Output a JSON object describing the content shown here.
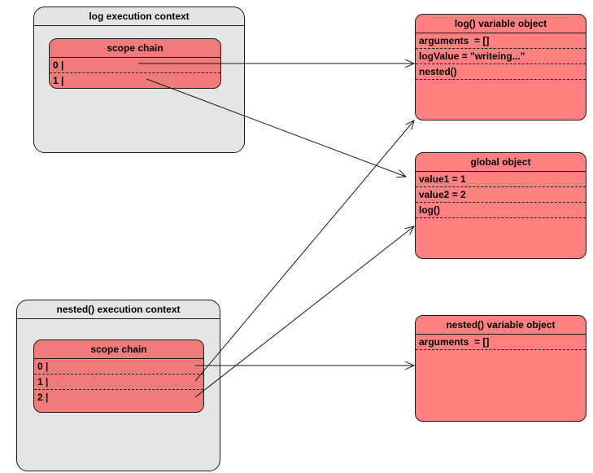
{
  "log_context": {
    "title": "log execution context",
    "scope_chain_title": "scope chain",
    "slots": [
      "0 |",
      "1 |"
    ]
  },
  "nested_context": {
    "title": "nested() execution context",
    "scope_chain_title": "scope chain",
    "slots": [
      "0 |",
      "1 |",
      "2 |"
    ]
  },
  "log_variable_object": {
    "title": "log() variable object",
    "props": [
      "arguments  = []",
      "logValue = \"writeing...\"",
      "nested()"
    ]
  },
  "global_object": {
    "title": "global object",
    "props": [
      "value1 = 1",
      "value2 = 2",
      "log()"
    ]
  },
  "nested_variable_object": {
    "title": "nested() variable object",
    "props": [
      "arguments  = []"
    ]
  },
  "colors": {
    "context_fill": "#e5e5e5",
    "scope_chain_fill": "#f07b7b",
    "object_fill": "#ff8080",
    "stroke": "#1a1a1a"
  }
}
